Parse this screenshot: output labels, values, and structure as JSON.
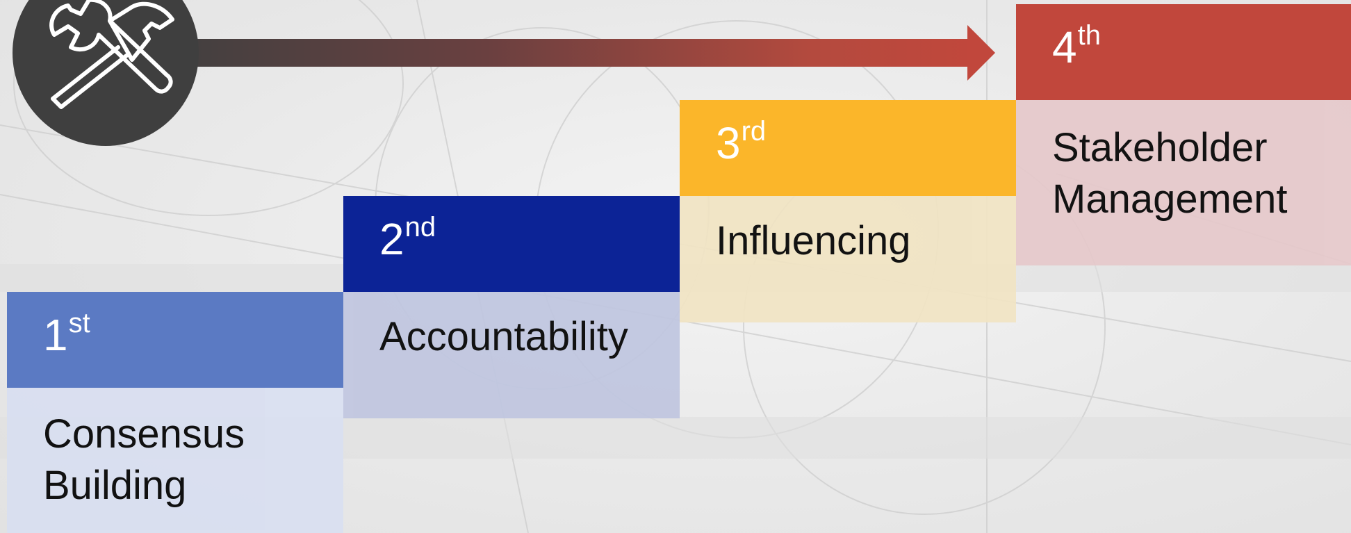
{
  "colors": {
    "step1_head": "#5b7ac3",
    "step1_body": "#d9dff1",
    "step2_head": "#0c2396",
    "step2_body": "#c0c6e0",
    "step3_head": "#fbb62a",
    "step3_body": "#f1e4c3",
    "step4_head": "#c1473c",
    "step4_body": "#e6c9cb",
    "circle": "#3f3f3f"
  },
  "icon": "hammer-wrench-icon",
  "steps": [
    {
      "num": "1",
      "suffix": "st",
      "label_lines": [
        "Consensus",
        "Building"
      ]
    },
    {
      "num": "2",
      "suffix": "nd",
      "label_lines": [
        "Accountability"
      ]
    },
    {
      "num": "3",
      "suffix": "rd",
      "label_lines": [
        "Influencing"
      ]
    },
    {
      "num": "4",
      "suffix": "th",
      "label_lines": [
        "Stakeholder",
        "Management"
      ]
    }
  ]
}
